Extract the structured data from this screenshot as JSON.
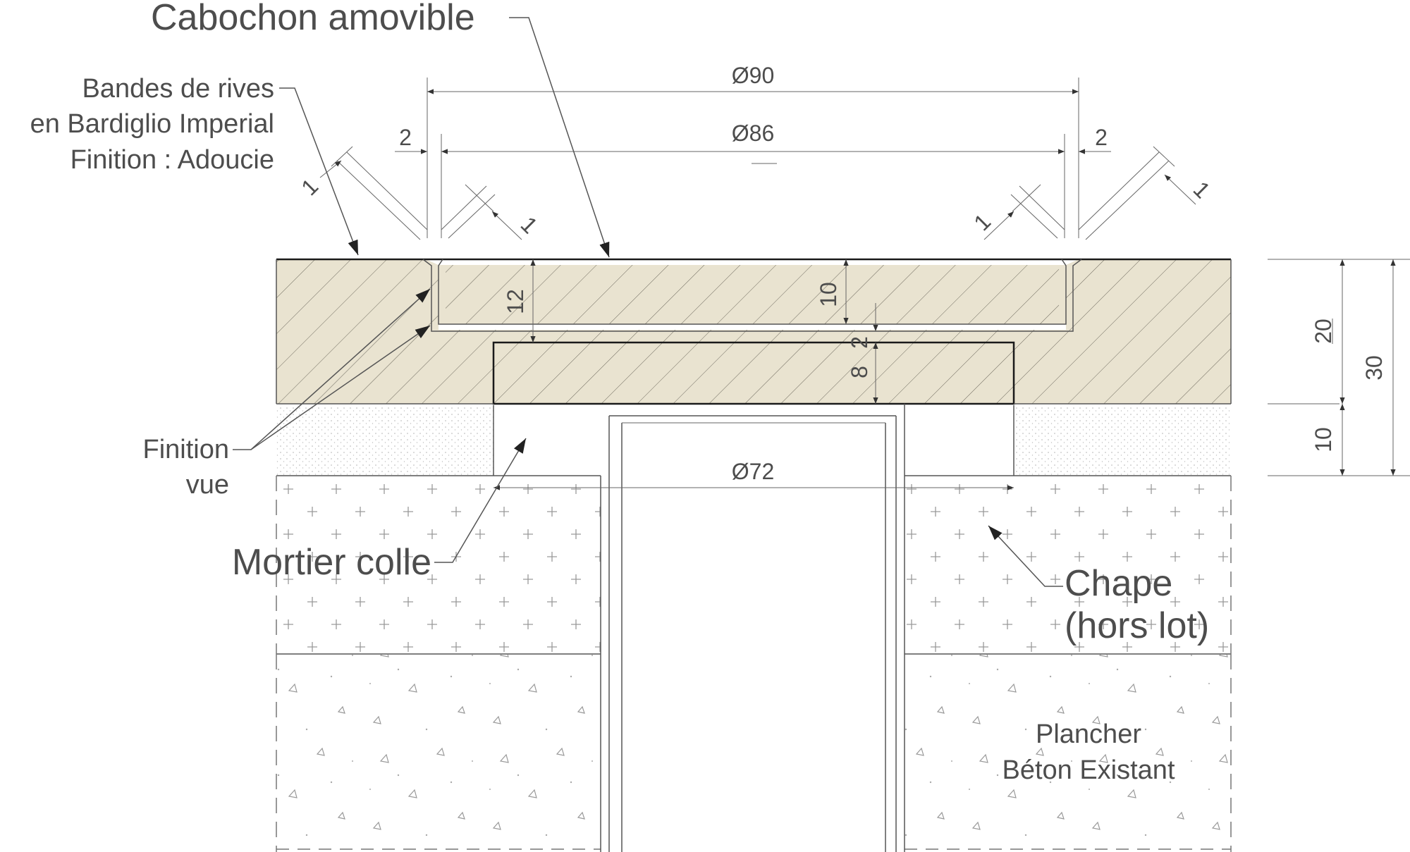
{
  "labels": {
    "cabochon": "Cabochon amovible",
    "bandes_line1": "Bandes de rives",
    "bandes_line2": "en Bardiglio Imperial",
    "bandes_line3": "Finition : Adoucie",
    "finition_line1": "Finition",
    "finition_line2": "vue",
    "mortier": "Mortier colle",
    "chape_line1": "Chape",
    "chape_line2": "(hors lot)",
    "plancher_line1": "Plancher",
    "plancher_line2": "Béton Existant"
  },
  "dimensions": {
    "d90": "Ø90",
    "d86": "Ø86",
    "d72": "Ø72",
    "chamfer_left_2": "2",
    "chamfer_right_2": "2",
    "chamfer_1a": "1",
    "chamfer_1b": "1",
    "chamfer_1c": "1",
    "chamfer_1d": "1",
    "h12": "12",
    "h10": "10",
    "h2": "2",
    "h8": "8",
    "h20": "20",
    "h10_bed": "10",
    "h30": "30"
  },
  "colors": {
    "stone": "#e9e3d0",
    "line": "#1a1a1a",
    "text": "#4d4d4d"
  }
}
